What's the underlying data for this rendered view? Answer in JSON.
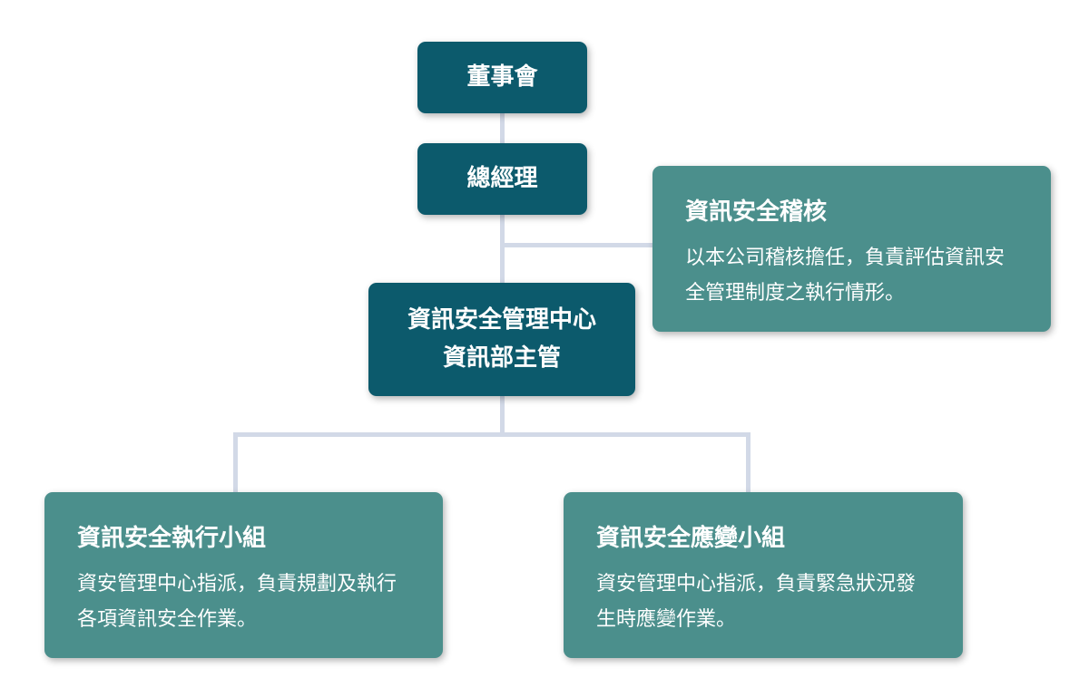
{
  "board": "董事會",
  "gm": "總經理",
  "center": {
    "line1": "資訊安全管理中心",
    "line2": "資訊部主管"
  },
  "audit": {
    "title": "資訊安全稽核",
    "desc": "以本公司稽核擔任，負責評估資訊安全管理制度之執行情形。"
  },
  "exec_team": {
    "title": "資訊安全執行小組",
    "desc": "資安管理中心指派，負責規劃及執行各項資訊安全作業。"
  },
  "response_team": {
    "title": "資訊安全應變小組",
    "desc": "資安管理中心指派，負責緊急狀況發生時應變作業。"
  }
}
